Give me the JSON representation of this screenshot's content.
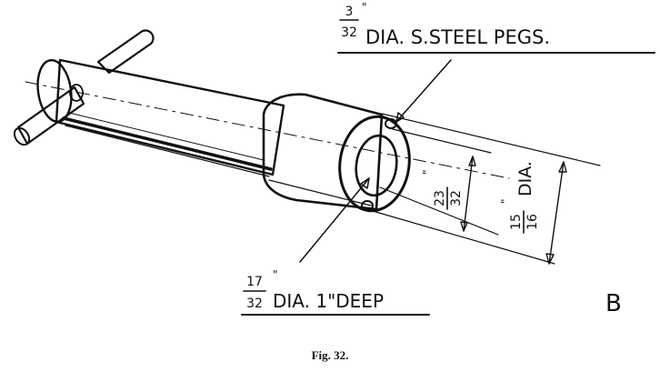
{
  "labels": {
    "peg_frac_num": "3",
    "peg_frac_den": "32",
    "peg_text": "DIA. S.STEEL PEGS.",
    "hole_frac_num": "17",
    "hole_frac_den": "32",
    "hole_text": "DIA. 1\"DEEP",
    "inner_frac_num": "23",
    "inner_frac_den": "32",
    "outer_frac_num": "15",
    "outer_frac_den": "16",
    "outer_text": "DIA.",
    "view_letter": "B"
  },
  "caption": "Fig. 32.",
  "colors": {
    "ink": "#111111",
    "paper": "#ffffff"
  }
}
